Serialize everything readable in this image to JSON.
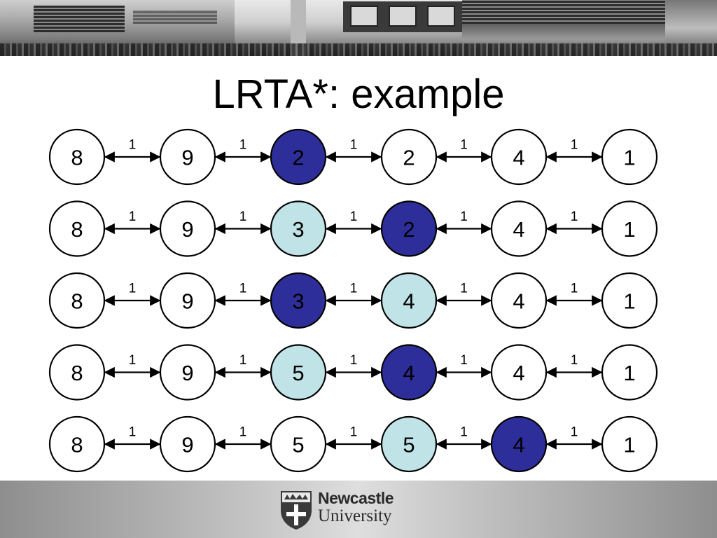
{
  "slide": {
    "title": "LRTA*: example"
  },
  "banner": {
    "icon": "airport-photo-banner"
  },
  "diagram": {
    "edge_cost": "1",
    "colors": {
      "current": "#2e2e9a",
      "visited": "#bfe3e6",
      "default": "#ffffff",
      "stroke": "#000000",
      "current_text": "#000000"
    },
    "rows": [
      {
        "nodes": [
          {
            "h": "8",
            "state": "default"
          },
          {
            "h": "9",
            "state": "default"
          },
          {
            "h": "2",
            "state": "current"
          },
          {
            "h": "2",
            "state": "default"
          },
          {
            "h": "4",
            "state": "default"
          },
          {
            "h": "1",
            "state": "default"
          }
        ]
      },
      {
        "nodes": [
          {
            "h": "8",
            "state": "default"
          },
          {
            "h": "9",
            "state": "default"
          },
          {
            "h": "3",
            "state": "visited"
          },
          {
            "h": "2",
            "state": "current"
          },
          {
            "h": "4",
            "state": "default"
          },
          {
            "h": "1",
            "state": "default"
          }
        ]
      },
      {
        "nodes": [
          {
            "h": "8",
            "state": "default"
          },
          {
            "h": "9",
            "state": "default"
          },
          {
            "h": "3",
            "state": "current"
          },
          {
            "h": "4",
            "state": "visited"
          },
          {
            "h": "4",
            "state": "default"
          },
          {
            "h": "1",
            "state": "default"
          }
        ]
      },
      {
        "nodes": [
          {
            "h": "8",
            "state": "default"
          },
          {
            "h": "9",
            "state": "default"
          },
          {
            "h": "5",
            "state": "visited"
          },
          {
            "h": "4",
            "state": "current"
          },
          {
            "h": "4",
            "state": "default"
          },
          {
            "h": "1",
            "state": "default"
          }
        ]
      },
      {
        "nodes": [
          {
            "h": "8",
            "state": "default"
          },
          {
            "h": "9",
            "state": "default"
          },
          {
            "h": "5",
            "state": "default"
          },
          {
            "h": "5",
            "state": "visited"
          },
          {
            "h": "4",
            "state": "current"
          },
          {
            "h": "1",
            "state": "default"
          }
        ]
      }
    ]
  },
  "footer": {
    "logo_line1": "Newcastle",
    "logo_line2": "University",
    "crest_icon": "university-crest-icon"
  }
}
